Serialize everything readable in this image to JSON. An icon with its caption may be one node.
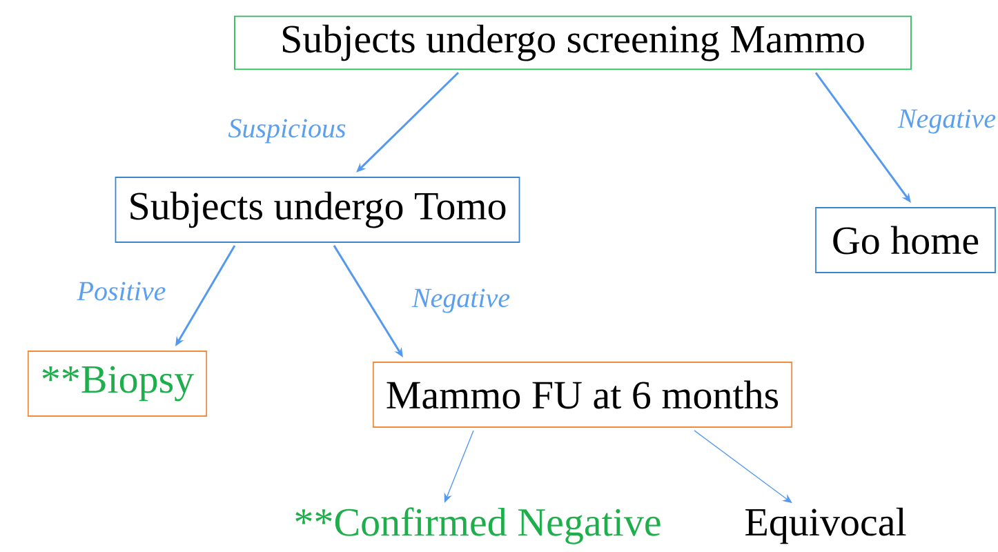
{
  "diagram": {
    "nodes": [
      {
        "text": [
          "Subjects undergo screening Mammo"
        ]
      },
      {
        "text": [
          "Subjects undergo Tomo"
        ]
      },
      {
        "text": [
          "Go home"
        ]
      },
      {
        "text": [
          "**Biopsy"
        ]
      },
      {
        "text": [
          "Mammo FU at 6 months"
        ]
      },
      {
        "text": [
          "**Confirmed Negative"
        ]
      },
      {
        "text": [
          "Equivocal"
        ]
      }
    ],
    "edges": [
      {
        "from": 0,
        "to": 1,
        "arrow": "to",
        "label": "Suspicious"
      },
      {
        "from": 0,
        "to": 2,
        "arrow": "to",
        "label": "Negative"
      },
      {
        "from": 1,
        "to": 3,
        "arrow": "to",
        "label": "Positive"
      },
      {
        "from": 1,
        "to": 4,
        "arrow": "to",
        "label": "Negative"
      },
      {
        "from": 4,
        "to": 5,
        "arrow": "to"
      },
      {
        "from": 4,
        "to": 6,
        "arrow": "to"
      }
    ]
  }
}
